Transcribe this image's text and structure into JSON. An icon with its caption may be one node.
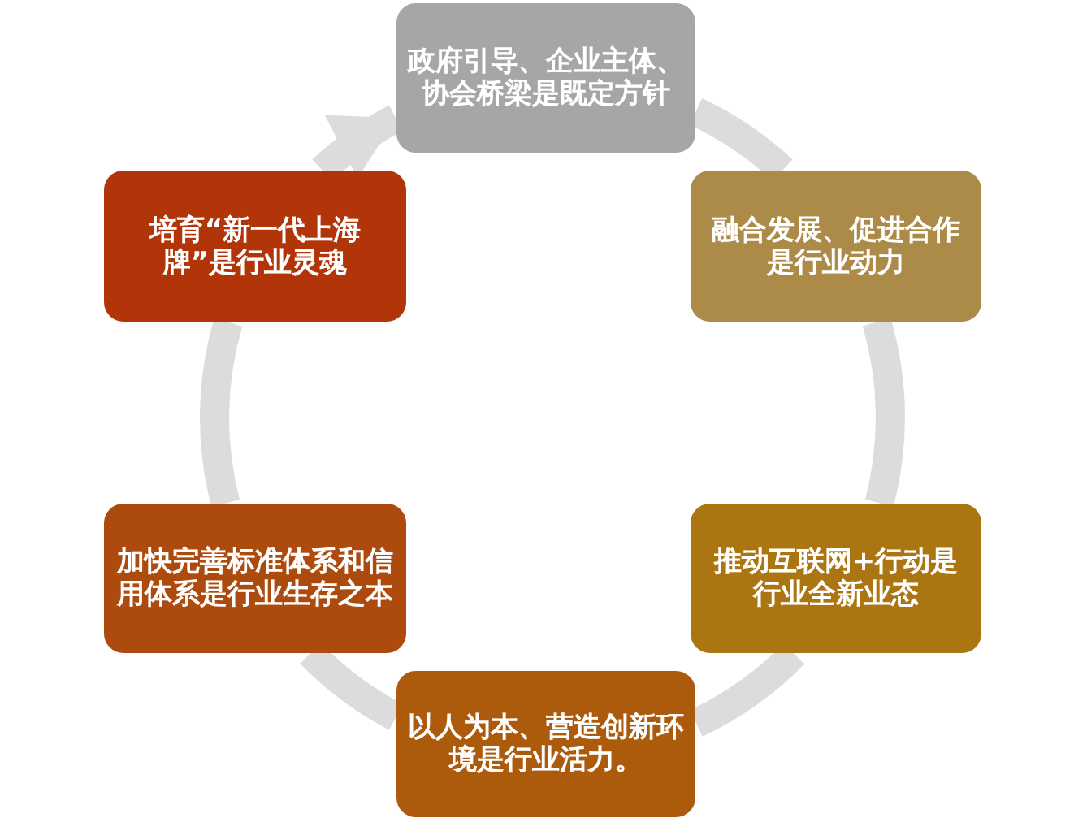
{
  "diagram": {
    "nodes": [
      {
        "text": [
          "政府引导、企业主体、协会桥梁是既定方针"
        ]
      },
      {
        "text": [
          "融合发展、促进合作是行业动力"
        ]
      },
      {
        "text": [
          "推动互联网+行动是行业全新业态"
        ]
      },
      {
        "text": [
          "以人为本、营造创新环境是行业活力。"
        ]
      },
      {
        "text": [
          "加快完善标准体系和信用体系是行业生存之本"
        ]
      },
      {
        "text": [
          "培育“新一代上海牌”是行业灵魂"
        ]
      }
    ],
    "edges": [
      {
        "from": 0,
        "to": 1,
        "arrow": "none"
      },
      {
        "from": 1,
        "to": 2,
        "arrow": "none"
      },
      {
        "from": 2,
        "to": 3,
        "arrow": "none"
      },
      {
        "from": 3,
        "to": 4,
        "arrow": "none"
      },
      {
        "from": 4,
        "to": 5,
        "arrow": "none"
      },
      {
        "from": 5,
        "to": 0,
        "arrow": "to"
      }
    ]
  }
}
